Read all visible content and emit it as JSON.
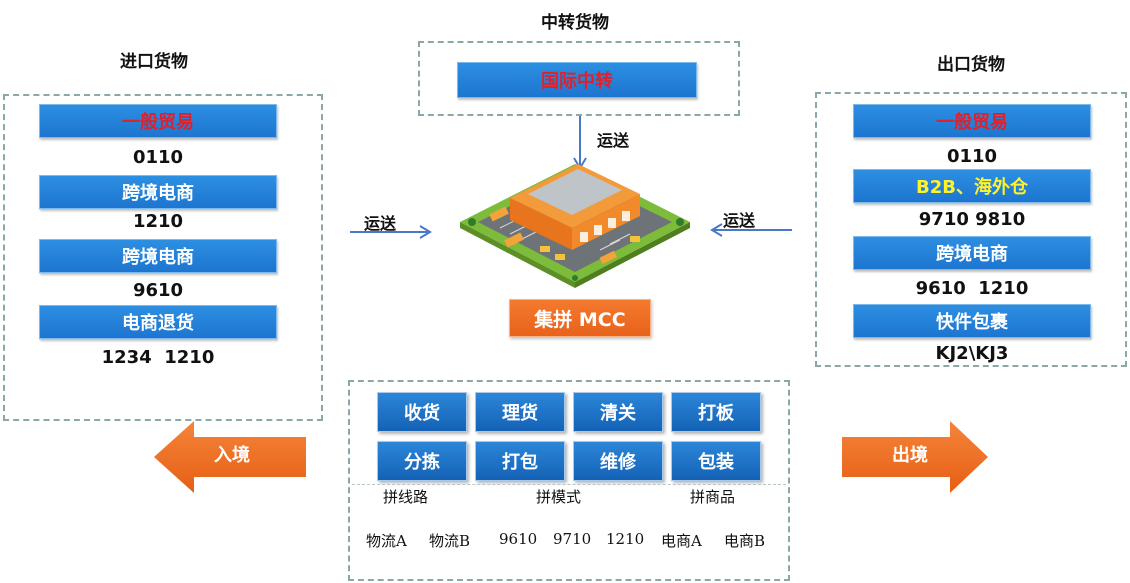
{
  "import": {
    "title": "进口货物",
    "bars": [
      "一般贸易",
      "跨境电商",
      "跨境电商",
      "电商退货"
    ],
    "codes": [
      "0110",
      "1210",
      "9610",
      "1234  1210"
    ]
  },
  "transit": {
    "title": "中转货物",
    "bar": "国际中转",
    "arrow_label": "运送"
  },
  "export": {
    "title": "出口货物",
    "bars": [
      "一般贸易",
      "B2B、海外仓",
      "跨境电商",
      "快件包裹"
    ],
    "codes": [
      "0110",
      "9710 9810",
      "9610  1210",
      "KJ2\\KJ3"
    ]
  },
  "flow": {
    "left_label": "运送",
    "right_label": "运送"
  },
  "mcc": {
    "label": "集拼 MCC"
  },
  "services": {
    "tiles": [
      "收货",
      "理货",
      "清关",
      "打板",
      "分拣",
      "打包",
      "维修",
      "包装"
    ],
    "modes": [
      "拼线路",
      "拼模式",
      "拼商品"
    ],
    "items": [
      "物流A",
      "物流B",
      "9610",
      "9710",
      "1210",
      "电商A",
      "电商B"
    ]
  },
  "arrows": {
    "inbound": "入境",
    "outbound": "出境"
  },
  "colors": {
    "bar_blue": "#1f7ad3",
    "accent_orange": "#f06a1e",
    "highlight_red": "#e0202a",
    "highlight_yellow": "#fff22a",
    "dash_border": "#8aa8a8"
  }
}
